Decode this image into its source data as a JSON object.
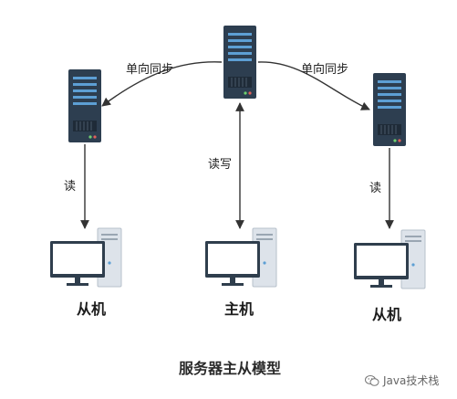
{
  "edges": {
    "sync_left": "单向同步",
    "sync_right": "单向同步",
    "read_left": "读",
    "read_write": "读写",
    "read_right": "读"
  },
  "nodes": {
    "slave_left": "从机",
    "master": "主机",
    "slave_right": "从机"
  },
  "caption": "服务器主从模型",
  "watermark": {
    "icon": "wechat-icon",
    "text": "Java技术栈"
  },
  "colors": {
    "server_body": "#2d3e50",
    "server_led": "#5d9fd4",
    "screen": "#ffffff",
    "monitor_frame": "#2f3e4d",
    "tower": "#dde3ea",
    "arrow": "#333333"
  }
}
